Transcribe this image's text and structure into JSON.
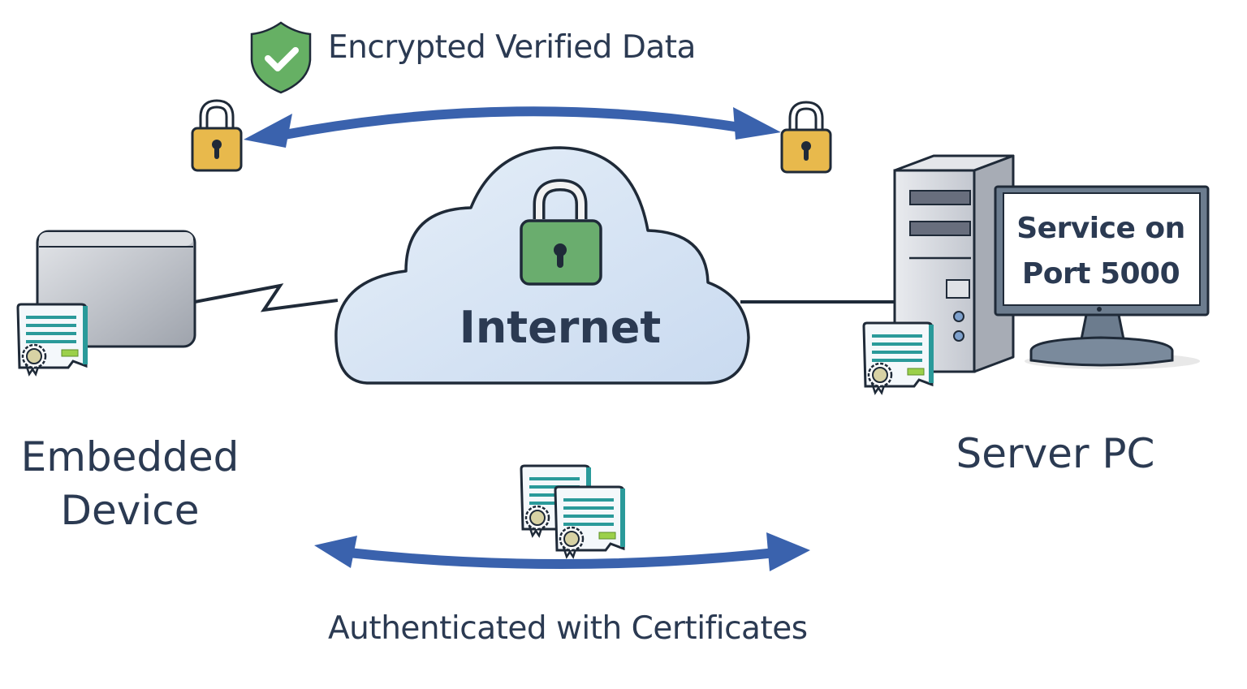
{
  "top_flow": {
    "label": "Encrypted Verified Data",
    "icons": [
      "shield-check-icon",
      "padlock-icon",
      "padlock-icon"
    ],
    "arrow": "bidirectional"
  },
  "bottom_flow": {
    "label": "Authenticated with Certificates",
    "icons": [
      "certificate-icon",
      "certificate-icon"
    ],
    "arrow": "bidirectional"
  },
  "nodes": {
    "embedded_device": {
      "label": "Embedded Device",
      "icons": [
        "device-box-icon",
        "certificate-icon"
      ]
    },
    "internet": {
      "label": "Internet",
      "icons": [
        "cloud-icon",
        "padlock-icon"
      ]
    },
    "server_pc": {
      "label": "Server PC",
      "screen_line1": "Service on",
      "screen_line2": "Port 5000",
      "icons": [
        "tower-pc-icon",
        "monitor-icon",
        "certificate-icon"
      ]
    }
  },
  "colors": {
    "arrow": "#3a62ad",
    "outline": "#1f2a38",
    "text": "#2b3a52",
    "shield_green": "#66b064",
    "lock_green": "#6aad6e",
    "lock_gold": "#e8b94c",
    "cloud_fill": "#dce8f5",
    "certificate_teal": "#2a9a9a",
    "device_gray": "#b7bcc4"
  }
}
